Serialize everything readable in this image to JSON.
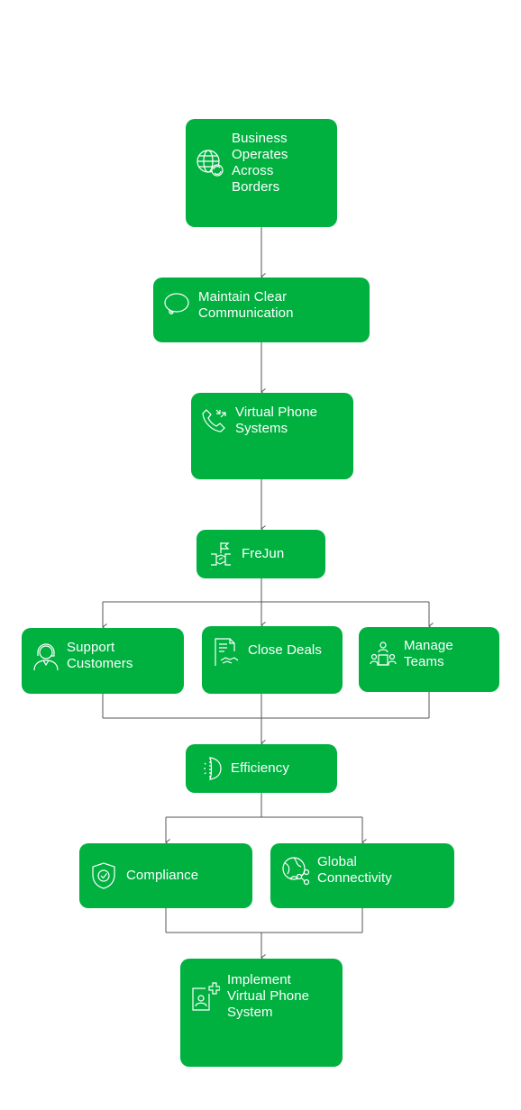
{
  "nodes": {
    "borders": {
      "label": "Business\nOperates\nAcross\nBorders",
      "icon": "globe-sync-icon"
    },
    "communication": {
      "label": "Maintain Clear\nCommunication",
      "icon": "speech-bubble-icon"
    },
    "virtual_phone": {
      "label": "Virtual Phone\nSystems",
      "icon": "phone-call-icon"
    },
    "frejun": {
      "label": "FreJun",
      "icon": "handshake-flag-icon"
    },
    "support": {
      "label": "Support\nCustomers",
      "icon": "support-agent-icon"
    },
    "deals": {
      "label": "Close Deals",
      "icon": "contract-handshake-icon"
    },
    "teams": {
      "label": "Manage\nTeams",
      "icon": "team-meeting-icon"
    },
    "efficiency": {
      "label": "Efficiency",
      "icon": "efficiency-icon"
    },
    "compliance": {
      "label": "Compliance",
      "icon": "shield-check-icon"
    },
    "connectivity": {
      "label": "Global\nConnectivity",
      "icon": "global-network-icon"
    },
    "implement": {
      "label": "Implement\nVirtual Phone\nSystem",
      "icon": "add-user-device-icon"
    }
  },
  "colors": {
    "node_fill": "#00b140",
    "node_text": "#ffffff",
    "connector": "#555555"
  }
}
